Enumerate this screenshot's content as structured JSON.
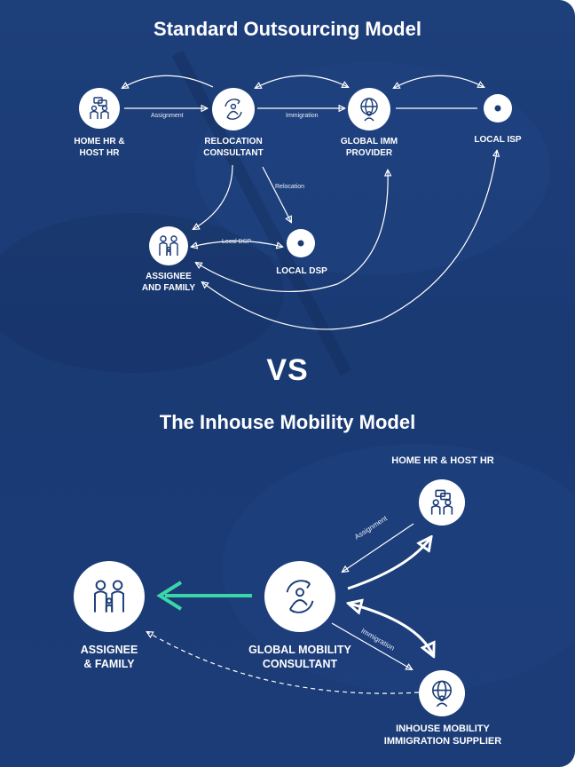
{
  "titles": {
    "top": "Standard Outsourcing Model",
    "vs": "VS",
    "bottom": "The Inhouse Mobility Model"
  },
  "top_diagram": {
    "nodes": {
      "home_hr": "HOME HR &\nHOST HR",
      "relocation": "RELOCATION\nCONSULTANT",
      "global_imm": "GLOBAL IMM\nPROVIDER",
      "local_isp": "LOCAL ISP",
      "assignee": "ASSIGNEE\nAND FAMILY",
      "local_dsp": "LOCAL DSP"
    },
    "edges": {
      "assignment": "Assignment",
      "immigration": "Immigration",
      "relocation": "Relocation",
      "local_dsp": "Local DSP"
    }
  },
  "bottom_diagram": {
    "nodes": {
      "home_hr": "HOME HR & HOST HR",
      "global_mobility": "GLOBAL MOBILITY\nCONSULTANT",
      "assignee": "ASSIGNEE\n& FAMILY",
      "inhouse": "INHOUSE MOBILITY\nIMMIGRATION SUPPLIER"
    },
    "edges": {
      "assignment": "Assignment",
      "immigration": "Immigration"
    }
  },
  "colors": {
    "background": "#1b3c77",
    "accent_arrow": "#3ad6a6",
    "node_fill": "#ffffff",
    "icon_stroke": "#1b3c77"
  }
}
